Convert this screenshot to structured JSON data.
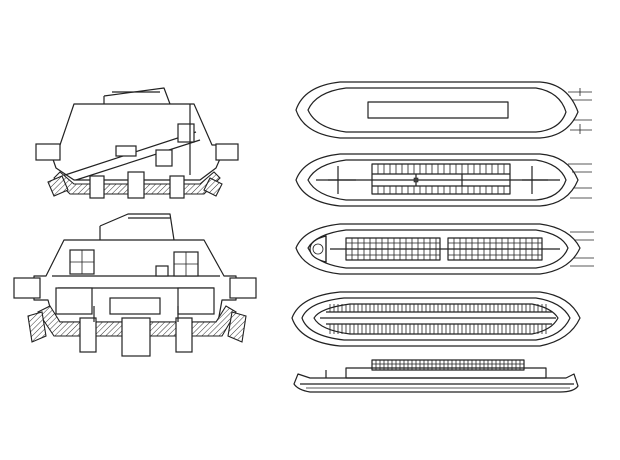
{
  "figure": {
    "background": "#ffffff",
    "line_color": "#222222",
    "views": [
      {
        "id": "cross-section-upper",
        "kind": "cross-section"
      },
      {
        "id": "cross-section-lower",
        "kind": "cross-section"
      },
      {
        "id": "plan-hull-outline",
        "kind": "plan"
      },
      {
        "id": "plan-deck-1",
        "kind": "plan"
      },
      {
        "id": "plan-deck-2",
        "kind": "plan"
      },
      {
        "id": "plan-deck-3",
        "kind": "plan"
      },
      {
        "id": "side-elevation",
        "kind": "elevation"
      }
    ]
  }
}
